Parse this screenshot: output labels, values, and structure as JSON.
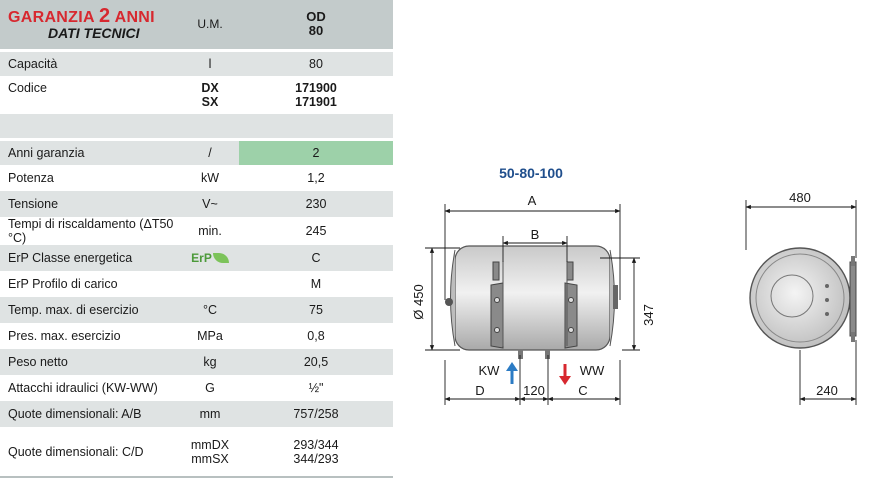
{
  "header": {
    "brand_prefix": "GARANZIA",
    "brand_number": "2",
    "brand_suffix": "ANNI",
    "subtitle": "DATI TECNICI",
    "um": "U.M.",
    "model_line1": "OD",
    "model_line2": "80"
  },
  "rows": {
    "capacita": {
      "label": "Capacità",
      "um": "l",
      "value": "80"
    },
    "codice": {
      "label": "Codice",
      "um1": "DX",
      "um2": "SX",
      "value1": "171900",
      "value2": "171901"
    },
    "anni": {
      "label": "Anni garanzia",
      "um": "/",
      "value": "2"
    },
    "potenza": {
      "label": "Potenza",
      "um": "kW",
      "value": "1,2"
    },
    "tensione": {
      "label": "Tensione",
      "um": "V~",
      "value": "230"
    },
    "tempi": {
      "label": "Tempi di riscaldamento (ΔT50 °C)",
      "um": "min.",
      "value": "245"
    },
    "erp_classe": {
      "label": "ErP Classe energetica",
      "um": "ErP",
      "value": "C"
    },
    "erp_profilo": {
      "label": "ErP Profilo di carico",
      "um": "",
      "value": "M"
    },
    "temp": {
      "label": "Temp. max. di esercizio",
      "um": "°C",
      "value": "75"
    },
    "pres": {
      "label": "Pres. max. esercizio",
      "um": "MPa",
      "value": "0,8"
    },
    "peso": {
      "label": "Peso netto",
      "um": "kg",
      "value": "20,5"
    },
    "attacchi": {
      "label": "Attacchi idraulici (KW-WW)",
      "um": "G",
      "value": "½\""
    },
    "quote_ab": {
      "label": "Quote dimensionali: A/B",
      "um": "mm",
      "value": "757/258"
    },
    "quote_cd": {
      "label": "Quote dimensionali: C/D",
      "um1": "mmDX",
      "um2": "mmSX",
      "value1": "293/344",
      "value2": "344/293"
    }
  },
  "drawing": {
    "model_range": "50-80-100",
    "dim_A": "A",
    "dim_B": "B",
    "dim_diameter": "Ø 450",
    "dim_347": "347",
    "dim_D": "D",
    "dim_120": "120",
    "dim_C": "C",
    "kw": "KW",
    "ww": "WW",
    "dim_480": "480",
    "dim_240": "240"
  },
  "colors": {
    "brand_red": "#d7282f",
    "highlight_green": "#9dd1a9",
    "kw_blue": "#2b7bc4",
    "ww_red": "#d7282f",
    "model_blue": "#1f4e8c"
  }
}
